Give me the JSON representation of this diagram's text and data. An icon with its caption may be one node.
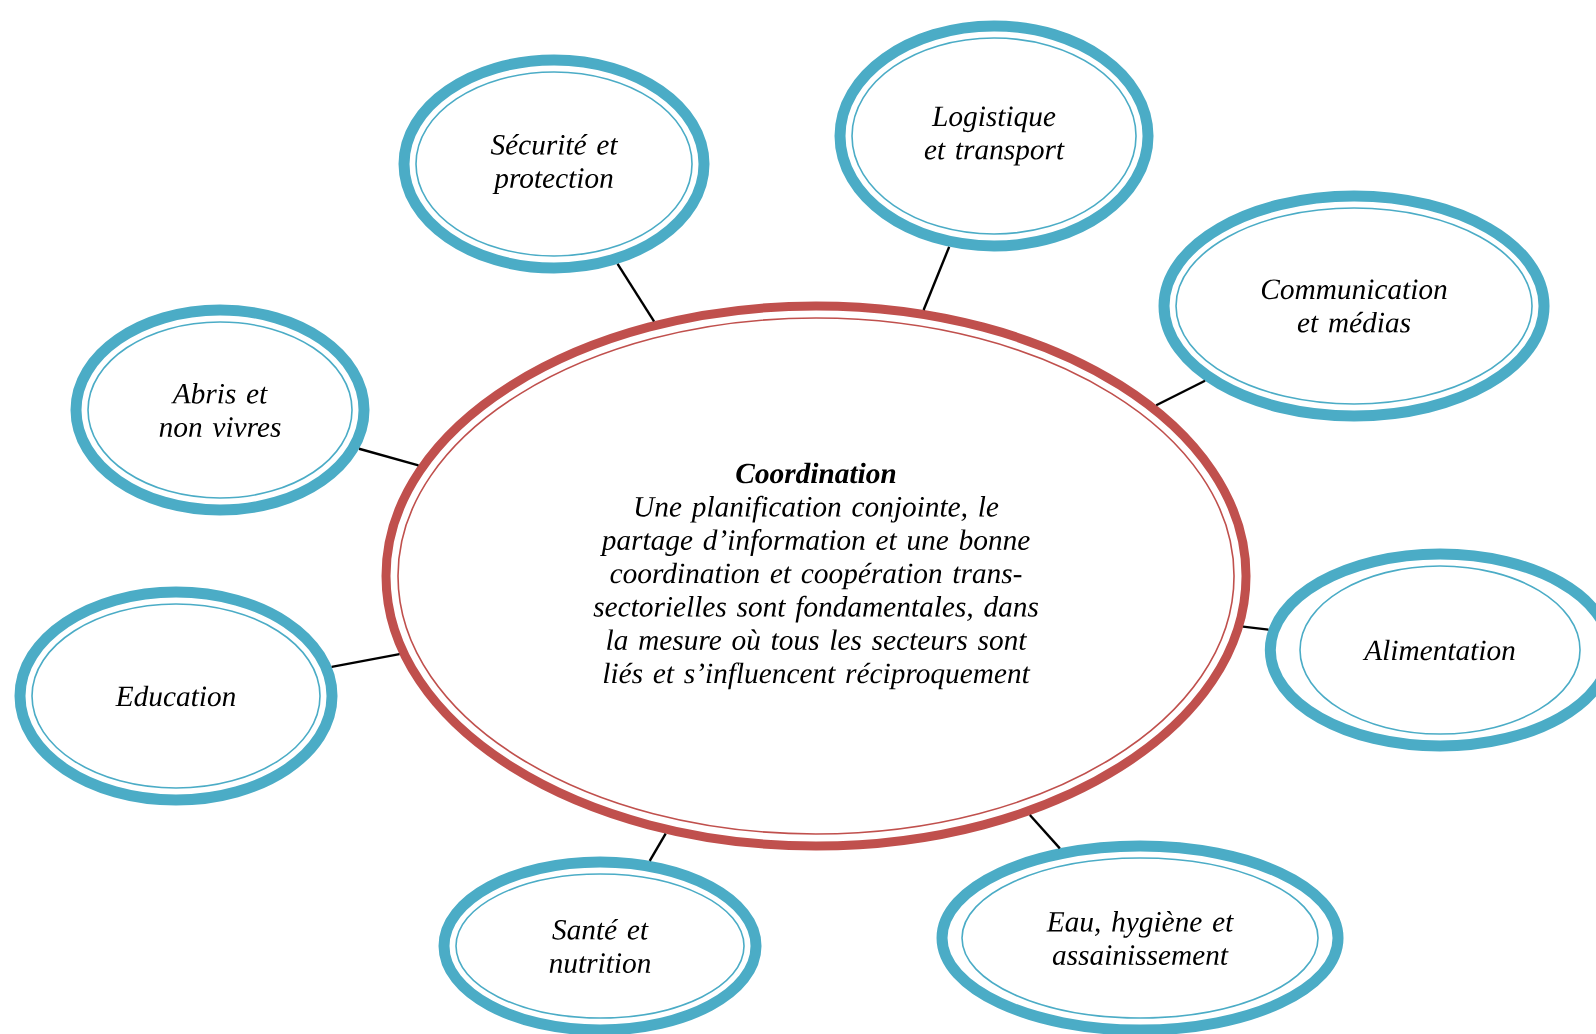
{
  "diagram": {
    "nodes": [
      {
        "text": [
          "Coordination",
          "Une planification conjointe, le partage d’information et une bonne coordination et coopération trans-sectorielles sont fondamentales, dans la mesure où tous les secteurs sont liés et s’influencent réciproquement"
        ]
      },
      {
        "text": [
          "Sécurité et protection"
        ]
      },
      {
        "text": [
          "Logistique et transport"
        ]
      },
      {
        "text": [
          "Communication et médias"
        ]
      },
      {
        "text": [
          "Abris et non vivres"
        ]
      },
      {
        "text": [
          "Alimentation"
        ]
      },
      {
        "text": [
          "Education"
        ]
      },
      {
        "text": [
          "Santé et nutrition"
        ]
      },
      {
        "text": [
          "Eau, hygiène et assainissement"
        ]
      }
    ],
    "edges": [
      {
        "from": 1,
        "to": 0,
        "arrow": "none"
      },
      {
        "from": 2,
        "to": 0,
        "arrow": "none"
      },
      {
        "from": 3,
        "to": 0,
        "arrow": "none"
      },
      {
        "from": 4,
        "to": 0,
        "arrow": "none"
      },
      {
        "from": 5,
        "to": 0,
        "arrow": "none"
      },
      {
        "from": 6,
        "to": 0,
        "arrow": "none"
      },
      {
        "from": 7,
        "to": 0,
        "arrow": "none"
      },
      {
        "from": 8,
        "to": 0,
        "arrow": "none"
      }
    ]
  }
}
